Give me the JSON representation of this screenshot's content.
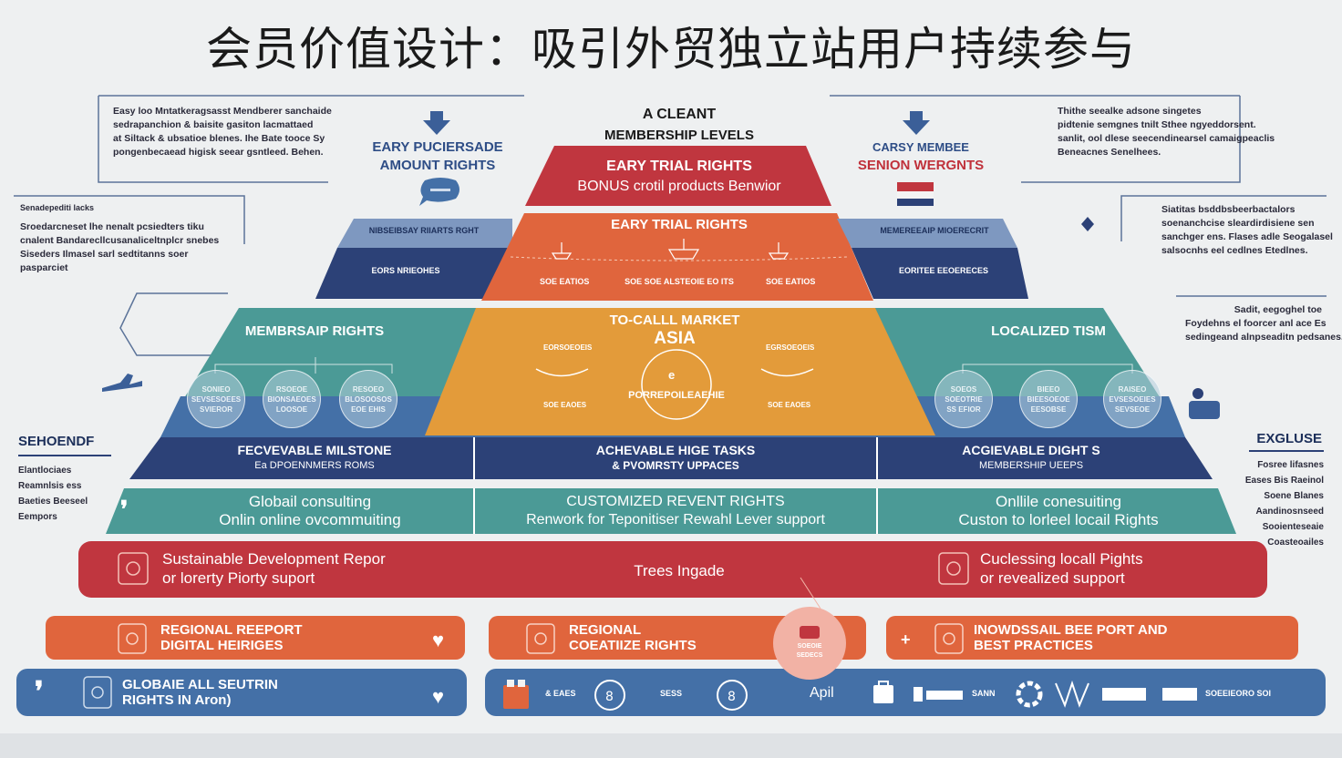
{
  "title": "会员价值设计：吸引外贸独立站用户持续参与",
  "top_notes": {
    "left": [
      "Easy loo Mntatkeragsasst Mendberer sanchaide",
      "sedrapanchion & baisite gasiton lacmattaed",
      "at Siltack & ubsatioe blenes. Ihe Bate tooce Sy",
      "pongenbecaead higisk seear gsntleed. Behen."
    ],
    "right": [
      "Thithe seealke adsone singetes",
      "pidtenie semgnes tnilt Sthee ngyeddorsent.",
      "sanlit, ool dlese seecendinearsel camaigpeaclis",
      "Beneacnes Senelhees."
    ],
    "mid_left": [
      "Senadepediti lacks"
    ],
    "mid_left_body": [
      "Sroedarcneset lhe nenalt pcsiedters tiku",
      "cnalent Bandarecllcusanaliceltnplcr snebes",
      "Siseders Ilmasel sarl sedtitanns soer",
      "pasparciet"
    ],
    "mid_right": [
      "Siatitas bsddbsbeerbactalors",
      "soenanchcise sleardirdisiene sen",
      "sanchger ens. Flases adle Seogalasel",
      "salsocnhs eel cedlnes Etedlnes."
    ],
    "right_low": [
      "Sadit, eegoghel toe",
      "Foydehns el foorcer anl ace Es",
      "sedingeand alnpseaditn pedsanes."
    ]
  },
  "header_labels": {
    "left": [
      "EARY PUCIERSADE",
      "AMOUNT RIGHTS"
    ],
    "center": [
      "A CLEANT",
      "MEMBERSHIP LEVELS"
    ],
    "right_dark": "CARSY MEMBEE",
    "right_red": "SENION WERGNTS"
  },
  "tiers": {
    "t1": [
      "EARY TRIAL RIGHTS",
      "BONUS crotil products Benwior"
    ],
    "t2": {
      "main": "EARY TRIAL RIGHTS",
      "small_left": "SOE EATIOS",
      "small_mid": "SOE SOE ALSTEOIE EO ITS",
      "small_right": "SOE EATIOS"
    },
    "t2_left": {
      "top": "NIBSEIBSAY RIIARTS RGHT",
      "bottom": "EORS NRIEOHES"
    },
    "t2_right": {
      "top": "MEMEREEAIP MIOERECRIT",
      "bottom": "EORITEE EEOERECES"
    },
    "t3_left": "MEMBRSAIP RIGHTS",
    "t3_center": {
      "line1": "TO-CALLL MARKET",
      "line2": "ASIA",
      "small_l": "EORSOEOEIS",
      "small_r": "EGRSOEOEIS",
      "badge": "PORREPOILEAEHIE",
      "foot_l": "SOE EAOES",
      "foot_r": "SOE EAOES"
    },
    "t3_right": "LOCALIZED TISM",
    "circles_left": [
      [
        "SONIEO",
        "SEVSESOEES",
        "SVIEROR"
      ],
      [
        "RSOEOE",
        "BIONSAEOES",
        "LOOSOE"
      ],
      [
        "RESOEO",
        "BLOSOOSOS",
        "EOE EHIS"
      ]
    ],
    "circles_right": [
      [
        "SOEOS",
        "SOEOTRIE",
        "SS EFIOR"
      ],
      [
        "BIEEO",
        "BIEESOEOE",
        "EESOBSE"
      ],
      [
        "RAISEO",
        "EVSESOEIES",
        "SEVSEOE"
      ]
    ],
    "t4": [
      [
        "FECVEVABLE MILSTONE",
        "Ea DPOENNMERS ROMS"
      ],
      [
        "ACHEVABLE HIGE TASKS",
        "& PVOMRSTY UPPACES"
      ],
      [
        "ACGIEVABLE DIGHT S",
        "MEMBERSHIP UEEPS"
      ]
    ],
    "t5": [
      [
        "Globail consulting",
        "Onlin online ovcommuiting"
      ],
      [
        "CUSTOMIZED REVENT RIGHTS",
        "Renwork for Teponitiser Rewahl Lever support"
      ],
      [
        "Onllile conesuiting",
        "Custon to lorleel locail Rights"
      ]
    ],
    "t6": [
      [
        "Sustainable Development Repor",
        "or lorerty Piorty suport"
      ],
      [
        "Trees Ingade"
      ],
      [
        "Cuclessing locall Pights",
        "or revealized support"
      ]
    ],
    "t7": [
      [
        "REGIONAL REEPORT",
        "DIGITAL HEIRIGES"
      ],
      [
        "REGIONAL",
        "COEATIIZE RIGHTS"
      ],
      [
        "INOWDSSAIL BEE PORT AND",
        "BEST PRACTICES"
      ]
    ],
    "t7_bubble": [
      "SOEOIE",
      "SEDECS"
    ],
    "t8_left": [
      "GLOBAIE ALL SEUTRIN",
      "RIGHTS IN Aron)"
    ],
    "t8_items": [
      "& EAES",
      "SESS",
      "Apil",
      "SANN",
      "SOEEIEORO SOI"
    ]
  },
  "sides": {
    "left_head": "SEHOENDF",
    "left_list": [
      "Elantlociaes",
      "Reamnlsis ess",
      "Baeties Beeseel",
      "Eempors"
    ],
    "right_head": "EXGLUSE",
    "right_list": [
      "Fosree lifasnes",
      "Eases Bis Raeinol",
      "Soene Blanes",
      "Aandinosnseed",
      "Sooienteseaie",
      "Coasteoailes"
    ]
  },
  "colors": {
    "red": "#c0363f",
    "orange": "#e0653d",
    "amber": "#e39b3a",
    "teal": "#4b9a96",
    "navy": "#2c4177",
    "blue": "#4470a7",
    "steel": "#7e98c0"
  }
}
